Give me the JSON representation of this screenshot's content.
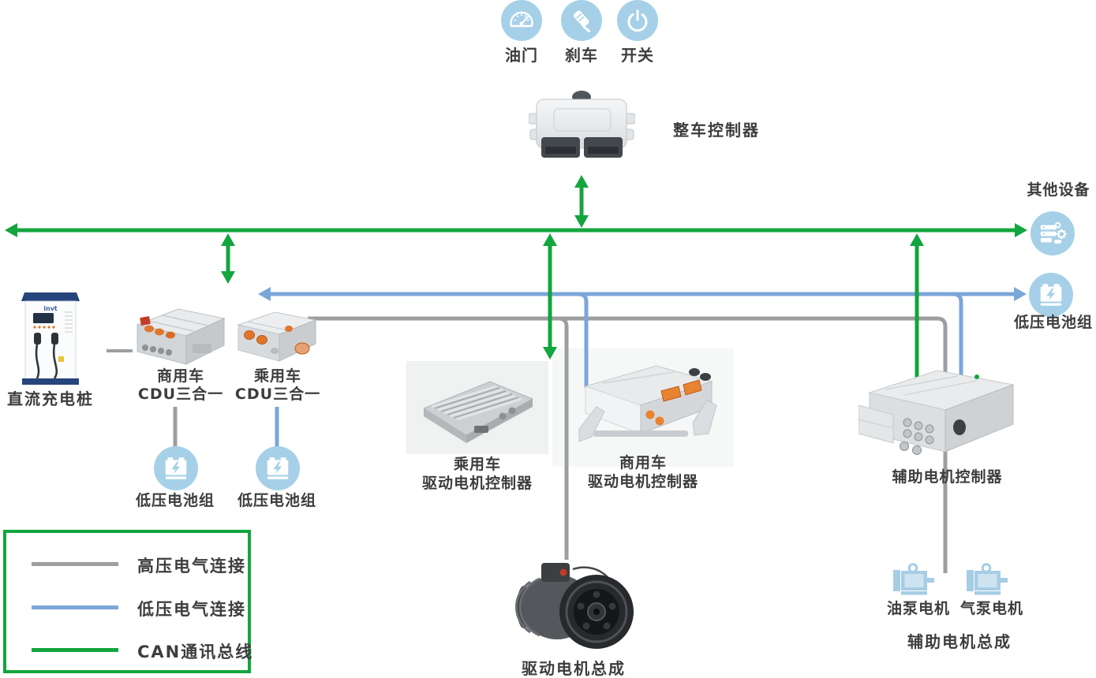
{
  "colors": {
    "can_bus": "#13a53e",
    "low_voltage": "#7ba6d8",
    "high_voltage": "#9c9ea0",
    "icon_circle": "#a6d0e7",
    "label_text": "#3d3d3f",
    "legend_border": "#13a53e"
  },
  "pedals": {
    "throttle": "油门",
    "brake": "刹车",
    "switch": "开关"
  },
  "vcu_label": "整车控制器",
  "other_devices_label": "其他设备",
  "lv_battery_label": "低压电池组",
  "charger_label": "直流充电桩",
  "charger_brand": "invt",
  "cdu_commercial": {
    "line1": "商用车",
    "line2": "CDU三合一"
  },
  "cdu_passenger": {
    "line1": "乘用车",
    "line2": "CDU三合一"
  },
  "mcu_passenger": {
    "line1": "乘用车",
    "line2": "驱动电机控制器"
  },
  "mcu_commercial": {
    "line1": "商用车",
    "line2": "驱动电机控制器"
  },
  "aux_mcu_label": "辅助电机控制器",
  "drive_motor_label": "驱动电机总成",
  "oil_pump_label": "油泵电机",
  "air_pump_label": "气泵电机",
  "aux_assembly_label": "辅助电机总成",
  "legend": {
    "items": [
      {
        "label": "高压电气连接",
        "color": "#9c9ea0"
      },
      {
        "label": "低压电气连接",
        "color": "#7ba6d8"
      },
      {
        "label": "CAN通讯总线",
        "color": "#13a53e"
      }
    ]
  }
}
